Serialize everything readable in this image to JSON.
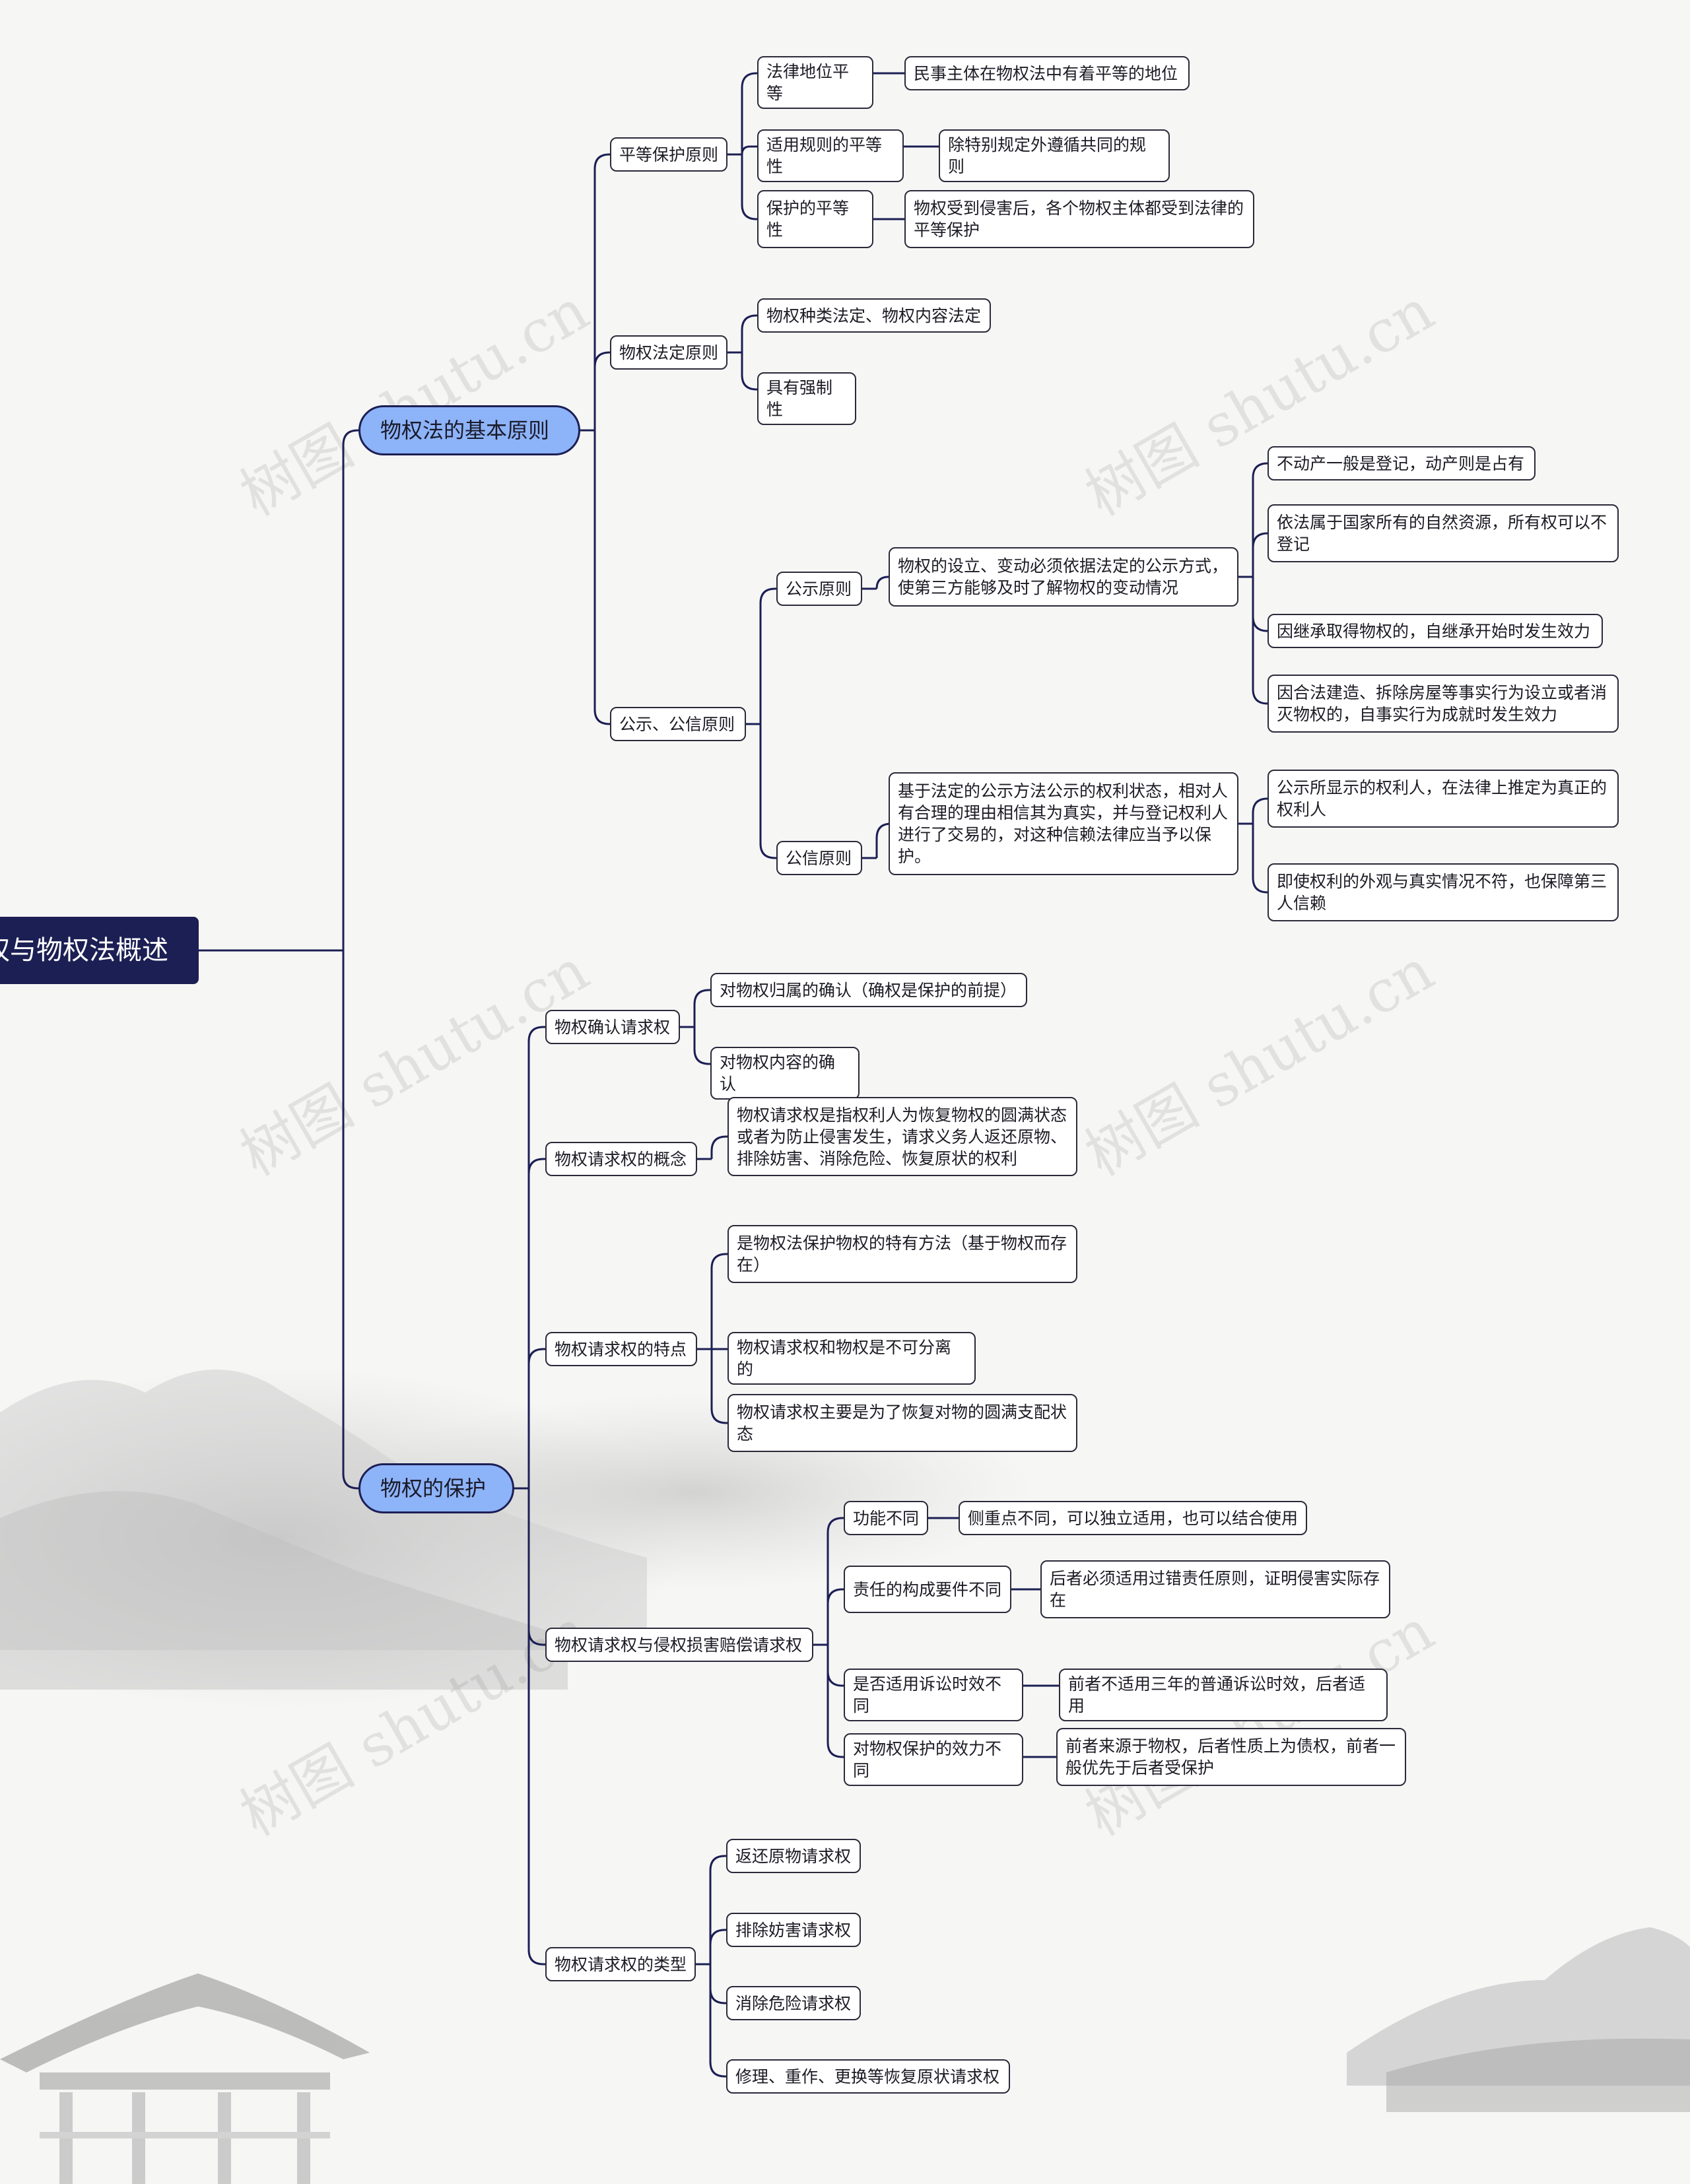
{
  "root": {
    "label": "物权与物权法概述",
    "children": [
      {
        "label": "物权法的基本原则",
        "children": [
          {
            "label": "平等保护原则",
            "children": [
              {
                "label": "法律地位平等",
                "children": [
                  {
                    "label": "民事主体在物权法中有着平等的地位"
                  }
                ]
              },
              {
                "label": "适用规则的平等性",
                "children": [
                  {
                    "label": "除特别规定外遵循共同的规则"
                  }
                ]
              },
              {
                "label": "保护的平等性",
                "children": [
                  {
                    "label": "物权受到侵害后，各个物权主体都受到法律的平等保护"
                  }
                ]
              }
            ]
          },
          {
            "label": "物权法定原则",
            "children": [
              {
                "label": "物权种类法定、物权内容法定"
              },
              {
                "label": "具有强制性"
              }
            ]
          },
          {
            "label": "公示、公信原则",
            "children": [
              {
                "label": "公示原则",
                "children": [
                  {
                    "label": "物权的设立、变动必须依据法定的公示方式，使第三方能够及时了解物权的变动情况",
                    "children": [
                      {
                        "label": "不动产一般是登记，动产则是占有"
                      },
                      {
                        "label": "依法属于国家所有的自然资源，所有权可以不登记"
                      },
                      {
                        "label": "因继承取得物权的，自继承开始时发生效力"
                      },
                      {
                        "label": "因合法建造、拆除房屋等事实行为设立或者消灭物权的，自事实行为成就时发生效力"
                      }
                    ]
                  }
                ]
              },
              {
                "label": "公信原则",
                "children": [
                  {
                    "label": "基于法定的公示方法公示的权利状态，相对人有合理的理由相信其为真实，并与登记权利人进行了交易的，对这种信赖法律应当予以保护。",
                    "children": [
                      {
                        "label": "公示所显示的权利人，在法律上推定为真正的权利人"
                      },
                      {
                        "label": "即使权利的外观与真实情况不符，也保障第三人信赖"
                      }
                    ]
                  }
                ]
              }
            ]
          }
        ]
      },
      {
        "label": "物权的保护",
        "children": [
          {
            "label": "物权确认请求权",
            "children": [
              {
                "label": "对物权归属的确认（确权是保护的前提）"
              },
              {
                "label": "对物权内容的确认"
              }
            ]
          },
          {
            "label": "物权请求权的概念",
            "children": [
              {
                "label": "物权请求权是指权利人为恢复物权的圆满状态或者为防止侵害发生，请求义务人返还原物、排除妨害、消除危险、恢复原状的权利"
              }
            ]
          },
          {
            "label": "物权请求权的特点",
            "children": [
              {
                "label": "是物权法保护物权的特有方法（基于物权而存在）"
              },
              {
                "label": "物权请求权和物权是不可分离的"
              },
              {
                "label": "物权请求权主要是为了恢复对物的圆满支配状态"
              }
            ]
          },
          {
            "label": "物权请求权与侵权损害赔偿请求权",
            "children": [
              {
                "label": "功能不同",
                "children": [
                  {
                    "label": "侧重点不同，可以独立适用，也可以结合使用"
                  }
                ]
              },
              {
                "label": "责任的构成要件不同",
                "children": [
                  {
                    "label": "后者必须适用过错责任原则，证明侵害实际存在"
                  }
                ]
              },
              {
                "label": "是否适用诉讼时效不同",
                "children": [
                  {
                    "label": "前者不适用三年的普通诉讼时效，后者适用"
                  }
                ]
              },
              {
                "label": "对物权保护的效力不同",
                "children": [
                  {
                    "label": "前者来源于物权，后者性质上为债权，前者一般优先于后者受保护"
                  }
                ]
              }
            ]
          },
          {
            "label": "物权请求权的类型",
            "children": [
              {
                "label": "返还原物请求权"
              },
              {
                "label": "排除妨害请求权"
              },
              {
                "label": "消除危险请求权"
              },
              {
                "label": "修理、重作、更换等恢复原状请求权"
              }
            ]
          }
        ]
      }
    ]
  },
  "watermark": "树图 shutu.cn",
  "colors": {
    "line": "#1c1f54",
    "root_bg": "#1c1f54",
    "branch_bg": "#8db3f8",
    "node_border": "#2a2a3a"
  }
}
